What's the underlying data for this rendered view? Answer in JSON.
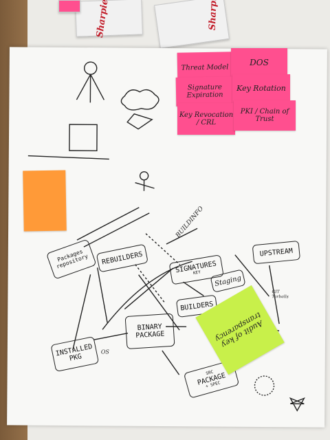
{
  "boxes": {
    "left_brand": "Sharpie",
    "right_brand": "Sharpie"
  },
  "stickies": {
    "threat_model": "Threat Model",
    "dos": "DOS",
    "signature_expiration": "Signature Expiration",
    "key_rotation": "Key Rotation",
    "key_revocation": "Key Revocation / CRL",
    "pki": "PKI / Chain of Trust",
    "audit": "Audit of key transparency"
  },
  "diagram": {
    "packages_repo": "Packages repository",
    "rebuilders": "REBUILDERS",
    "signatures": "SIGNATURES",
    "signatures_sub": "KEY",
    "staging": "Staging",
    "upstream": "UPSTREAM",
    "builders": "BUILDERS",
    "binary_package": "BINARY\nPACKAGE",
    "installed_pkg": "INSTALLED\nPKG",
    "src_package": "PACKAGE",
    "src_label": "SRC",
    "spec_label": "+ SPEC",
    "buildinfo": "BUILDINFO",
    "os_label": "OS",
    "git_label": "GIT\nTarballs"
  }
}
